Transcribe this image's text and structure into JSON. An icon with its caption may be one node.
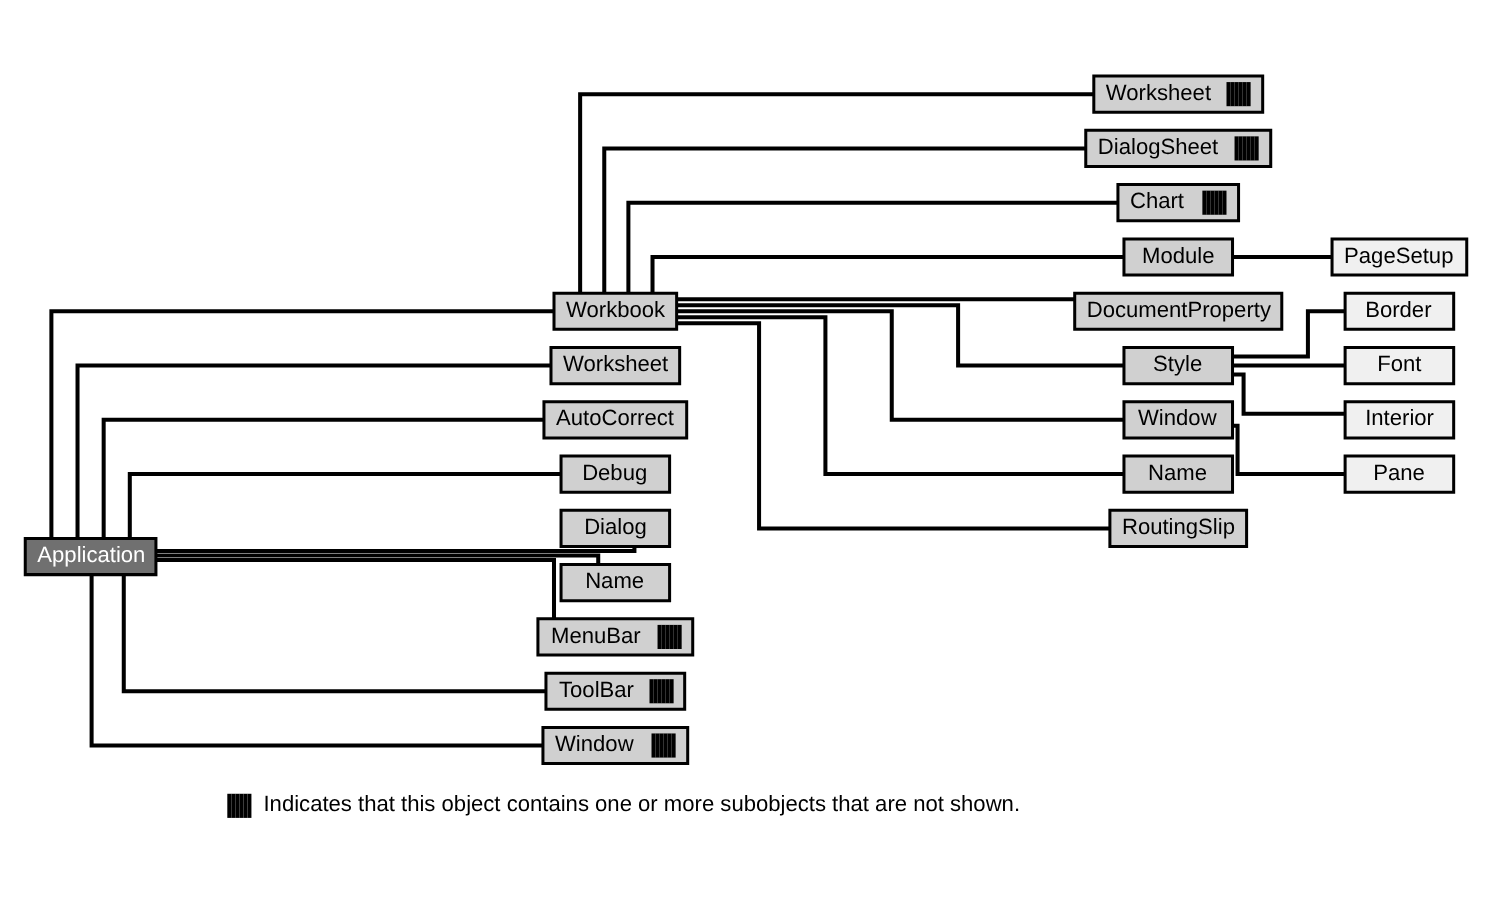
{
  "diagram": {
    "nodes": [
      {
        "text": [
          "Application"
        ]
      },
      {
        "text": [
          "Workbook"
        ]
      },
      {
        "text": [
          "Worksheet"
        ]
      },
      {
        "text": [
          "DialogSheet"
        ]
      },
      {
        "text": [
          "Chart"
        ]
      },
      {
        "text": [
          "Module"
        ]
      },
      {
        "text": [
          "PageSetup"
        ]
      },
      {
        "text": [
          "DocumentProperty"
        ]
      },
      {
        "text": [
          "Style"
        ]
      },
      {
        "text": [
          "Border"
        ]
      },
      {
        "text": [
          "Font"
        ]
      },
      {
        "text": [
          "Interior"
        ]
      },
      {
        "text": [
          "Window"
        ]
      },
      {
        "text": [
          "Pane"
        ]
      },
      {
        "text": [
          "Name"
        ]
      },
      {
        "text": [
          "RoutingSlip"
        ]
      },
      {
        "text": [
          "Worksheet"
        ]
      },
      {
        "text": [
          "AutoCorrect"
        ]
      },
      {
        "text": [
          "Debug"
        ]
      },
      {
        "text": [
          "Dialog"
        ]
      },
      {
        "text": [
          "Name"
        ]
      },
      {
        "text": [
          "MenuBar"
        ]
      },
      {
        "text": [
          "ToolBar"
        ]
      },
      {
        "text": [
          "Window"
        ]
      }
    ],
    "edges": [
      {
        "from": 0,
        "to": 1,
        "arrow": "none"
      },
      {
        "from": 1,
        "to": 2,
        "arrow": "none"
      },
      {
        "from": 1,
        "to": 3,
        "arrow": "none"
      },
      {
        "from": 1,
        "to": 4,
        "arrow": "none"
      },
      {
        "from": 1,
        "to": 5,
        "arrow": "none"
      },
      {
        "from": 5,
        "to": 6,
        "arrow": "none"
      },
      {
        "from": 1,
        "to": 7,
        "arrow": "none"
      },
      {
        "from": 1,
        "to": 8,
        "arrow": "none"
      },
      {
        "from": 8,
        "to": 9,
        "arrow": "none"
      },
      {
        "from": 8,
        "to": 10,
        "arrow": "none"
      },
      {
        "from": 8,
        "to": 11,
        "arrow": "none"
      },
      {
        "from": 1,
        "to": 12,
        "arrow": "none"
      },
      {
        "from": 12,
        "to": 13,
        "arrow": "none"
      },
      {
        "from": 1,
        "to": 14,
        "arrow": "none"
      },
      {
        "from": 1,
        "to": 15,
        "arrow": "none"
      },
      {
        "from": 0,
        "to": 16,
        "arrow": "none"
      },
      {
        "from": 0,
        "to": 17,
        "arrow": "none"
      },
      {
        "from": 0,
        "to": 18,
        "arrow": "none"
      },
      {
        "from": 0,
        "to": 19,
        "arrow": "none"
      },
      {
        "from": 0,
        "to": 20,
        "arrow": "none"
      },
      {
        "from": 0,
        "to": 21,
        "arrow": "none"
      },
      {
        "from": 0,
        "to": 22,
        "arrow": "none"
      },
      {
        "from": 0,
        "to": 23,
        "arrow": "none"
      }
    ],
    "legend": [
      {
        "text": "Indicates that this object contains one or more subobjects that are not shown."
      }
    ]
  }
}
